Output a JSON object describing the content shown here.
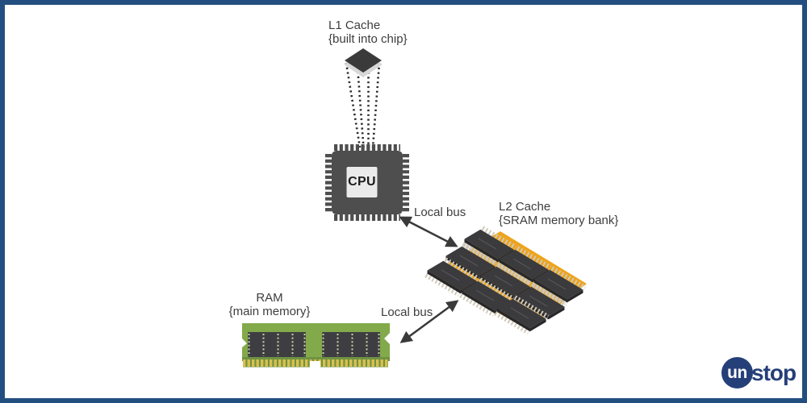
{
  "diagram": {
    "l1_cache": {
      "title": "L1 Cache",
      "subtitle": "{built into chip}"
    },
    "cpu": {
      "label": "CPU"
    },
    "l2_cache": {
      "title": "L2 Cache",
      "subtitle": "{SRAM memory bank}"
    },
    "ram": {
      "title": "RAM",
      "subtitle": "{main memory}"
    },
    "buses": [
      {
        "label": "Local bus"
      },
      {
        "label": "Local bus"
      }
    ]
  },
  "watermark": {
    "brand": "unstop",
    "circle_text": "un",
    "rest_text": "stop"
  },
  "colors": {
    "frame_border": "#234f80",
    "background": "#ffffff",
    "text": "#3d3d3d",
    "cpu_body": "#4e4e4e",
    "cpu_inner": "#eaeaea",
    "l1_chip": "#3a3a3a",
    "l2_board": "#eda41d",
    "chip_dark": "#3b3b3e",
    "chip_pins": "#d0c9b9",
    "ram_pcb": "#82a94a",
    "ram_chip": "#3e3e42",
    "ram_gold": "#d9c050",
    "arrow": "#3a3a3a",
    "logo_blue": "#253f78"
  }
}
